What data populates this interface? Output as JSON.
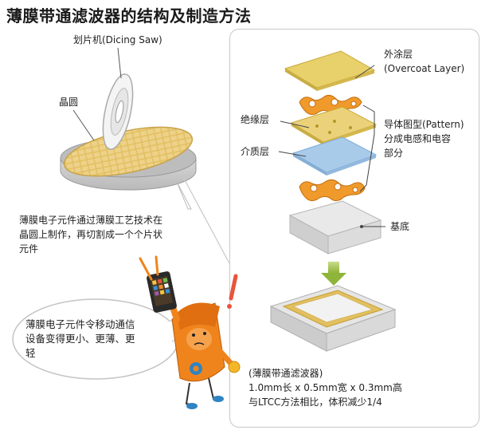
{
  "title": "薄膜带通滤波器的结构及制造方法",
  "labels": {
    "dicing_saw": "划片机(Dicing Saw)",
    "wafer": "晶圆",
    "wafer_desc": [
      "薄膜电子元件通过薄膜工艺技术在",
      "晶圆上制作，再切割成一个个片状",
      "元件"
    ],
    "bubble": [
      "薄膜电子元件令移动通信",
      "设备变得更小、更薄、更",
      "轻"
    ],
    "overcoat": [
      "外涂层",
      "(Overcoat Layer)"
    ],
    "insulation": "绝缘层",
    "dielectric": "介质层",
    "pattern": [
      "导体图型(Pattern)",
      "分成电感和电容",
      "部分"
    ],
    "substrate": "基底",
    "product": [
      "(薄膜带通滤波器)",
      "1.0mm长 x 0.5mm宽 x 0.3mm高",
      "与LTCC方法相比，体积减少1/4"
    ]
  }
}
